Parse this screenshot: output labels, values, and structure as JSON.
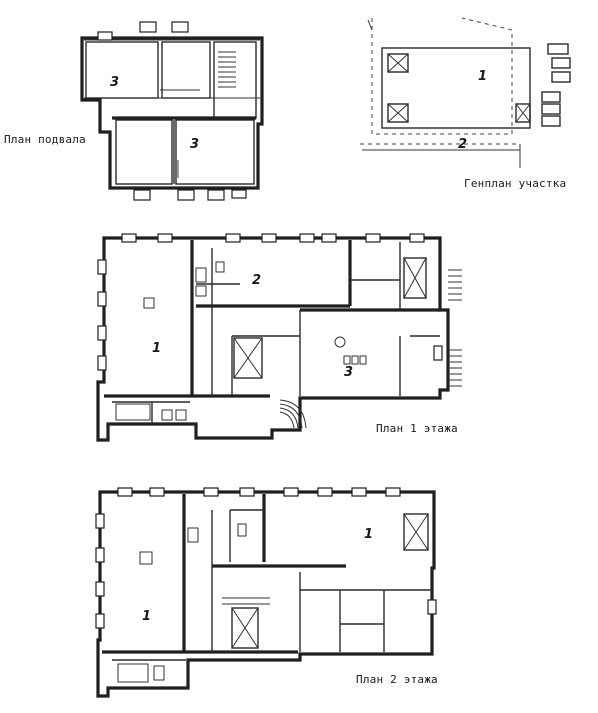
{
  "captions": {
    "basement_plan": "План подвала",
    "site_plan": "Генплан участка",
    "floor1_plan": "План 1 этажа",
    "floor2_plan": "План 2 этажа"
  },
  "room_numbers": {
    "basement_left": "3",
    "basement_right": "3",
    "floor1_left": "1",
    "floor1_top": "2",
    "floor1_right": "3",
    "floor2_left": "1",
    "floor2_top_right": "1",
    "site_main": "1",
    "site_bottom": "2"
  }
}
